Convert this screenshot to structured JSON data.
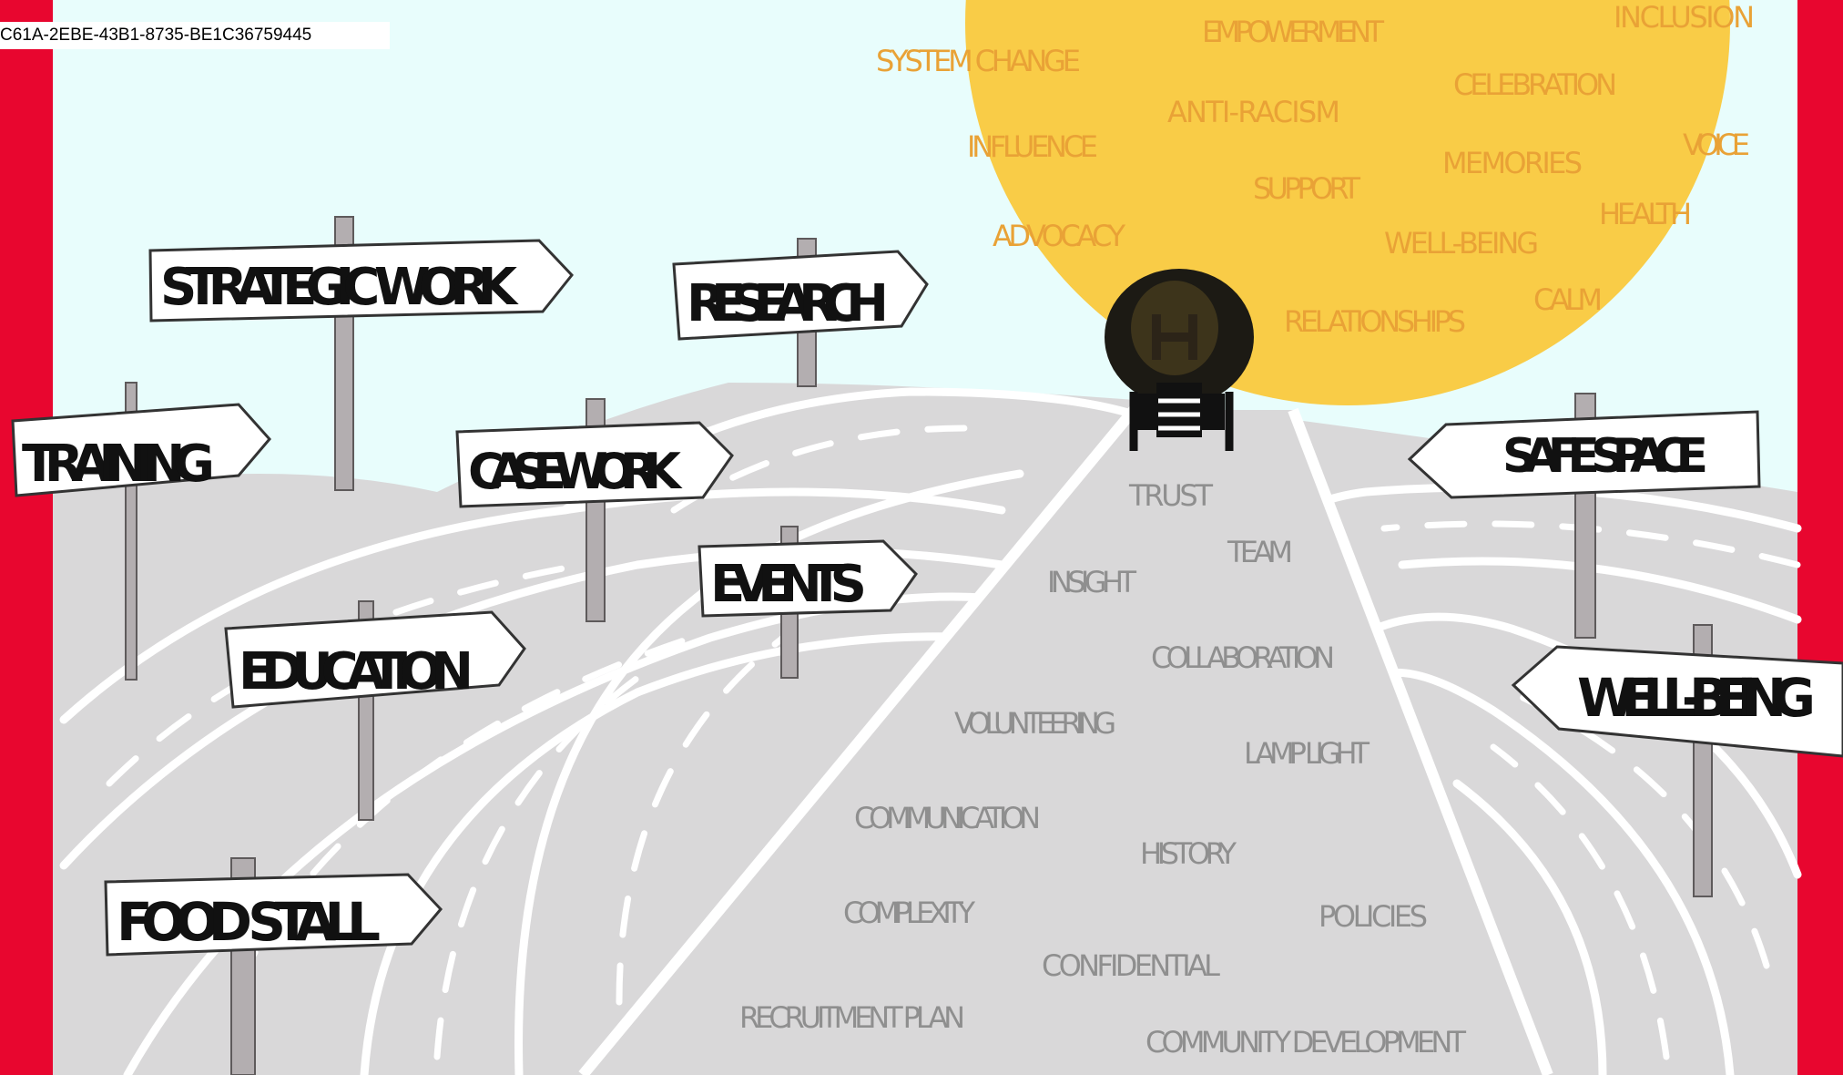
{
  "page_id": "C61A-2EBE-43B1-8735-BE1C36759445",
  "colors": {
    "border": "#e8062f",
    "sky": "#e8fdfc",
    "sun": "#f9cc47",
    "sun_text": "#e9a236",
    "ground": "#d9d8d9",
    "road_line": "#ffffff",
    "sign_fill": "#ffffff",
    "sign_text": "#111111",
    "post": "#b3aeb0",
    "road_text": "#8f8f8f"
  },
  "signs": {
    "strategic_work": "STRATEGIC WORK",
    "research": "RESEARCH",
    "training": "TRAINING",
    "case_work": "CASE WORK",
    "events": "EVENTS",
    "education": "EDUCATION",
    "food_stall": "FOOD STALL",
    "safe_space": "SAFE SPACE",
    "well_being": "WELL-BEING"
  },
  "sun_words": {
    "system_change": "SYSTEM CHANGE",
    "empowerment": "EMPOWERMENT",
    "inclusion": "INCLUSION",
    "celebration": "CELEBRATION",
    "anti_racism": "ANTI-RACISM",
    "influence": "INFLUENCE",
    "memories": "MEMORIES",
    "voice": "VOICE",
    "support": "SUPPORT",
    "health": "HEALTH",
    "advocacy": "ADVOCACY",
    "well_being": "WELL-BEING",
    "calm": "CALM",
    "relationships": "RELATIONSHIPS"
  },
  "road_words": {
    "trust": "TRUST",
    "team": "TEAM",
    "insight": "INSIGHT",
    "collaboration": "COLLABORATION",
    "volunteering": "VOLUNTEERING",
    "lamp_light": "LAMP LIGHT",
    "communication": "COMMUNICATION",
    "history": "HISTORY",
    "complexity": "COMPLEXITY",
    "policies": "POLICIES",
    "confidential": "CONFIDENTIAL",
    "recruitment_plan": "RECRUITMENT PLAN",
    "community_development": "COMMUNITY DEVELOPMENT"
  },
  "icons": {
    "logo": "lamplight-lamp-logo-icon"
  }
}
